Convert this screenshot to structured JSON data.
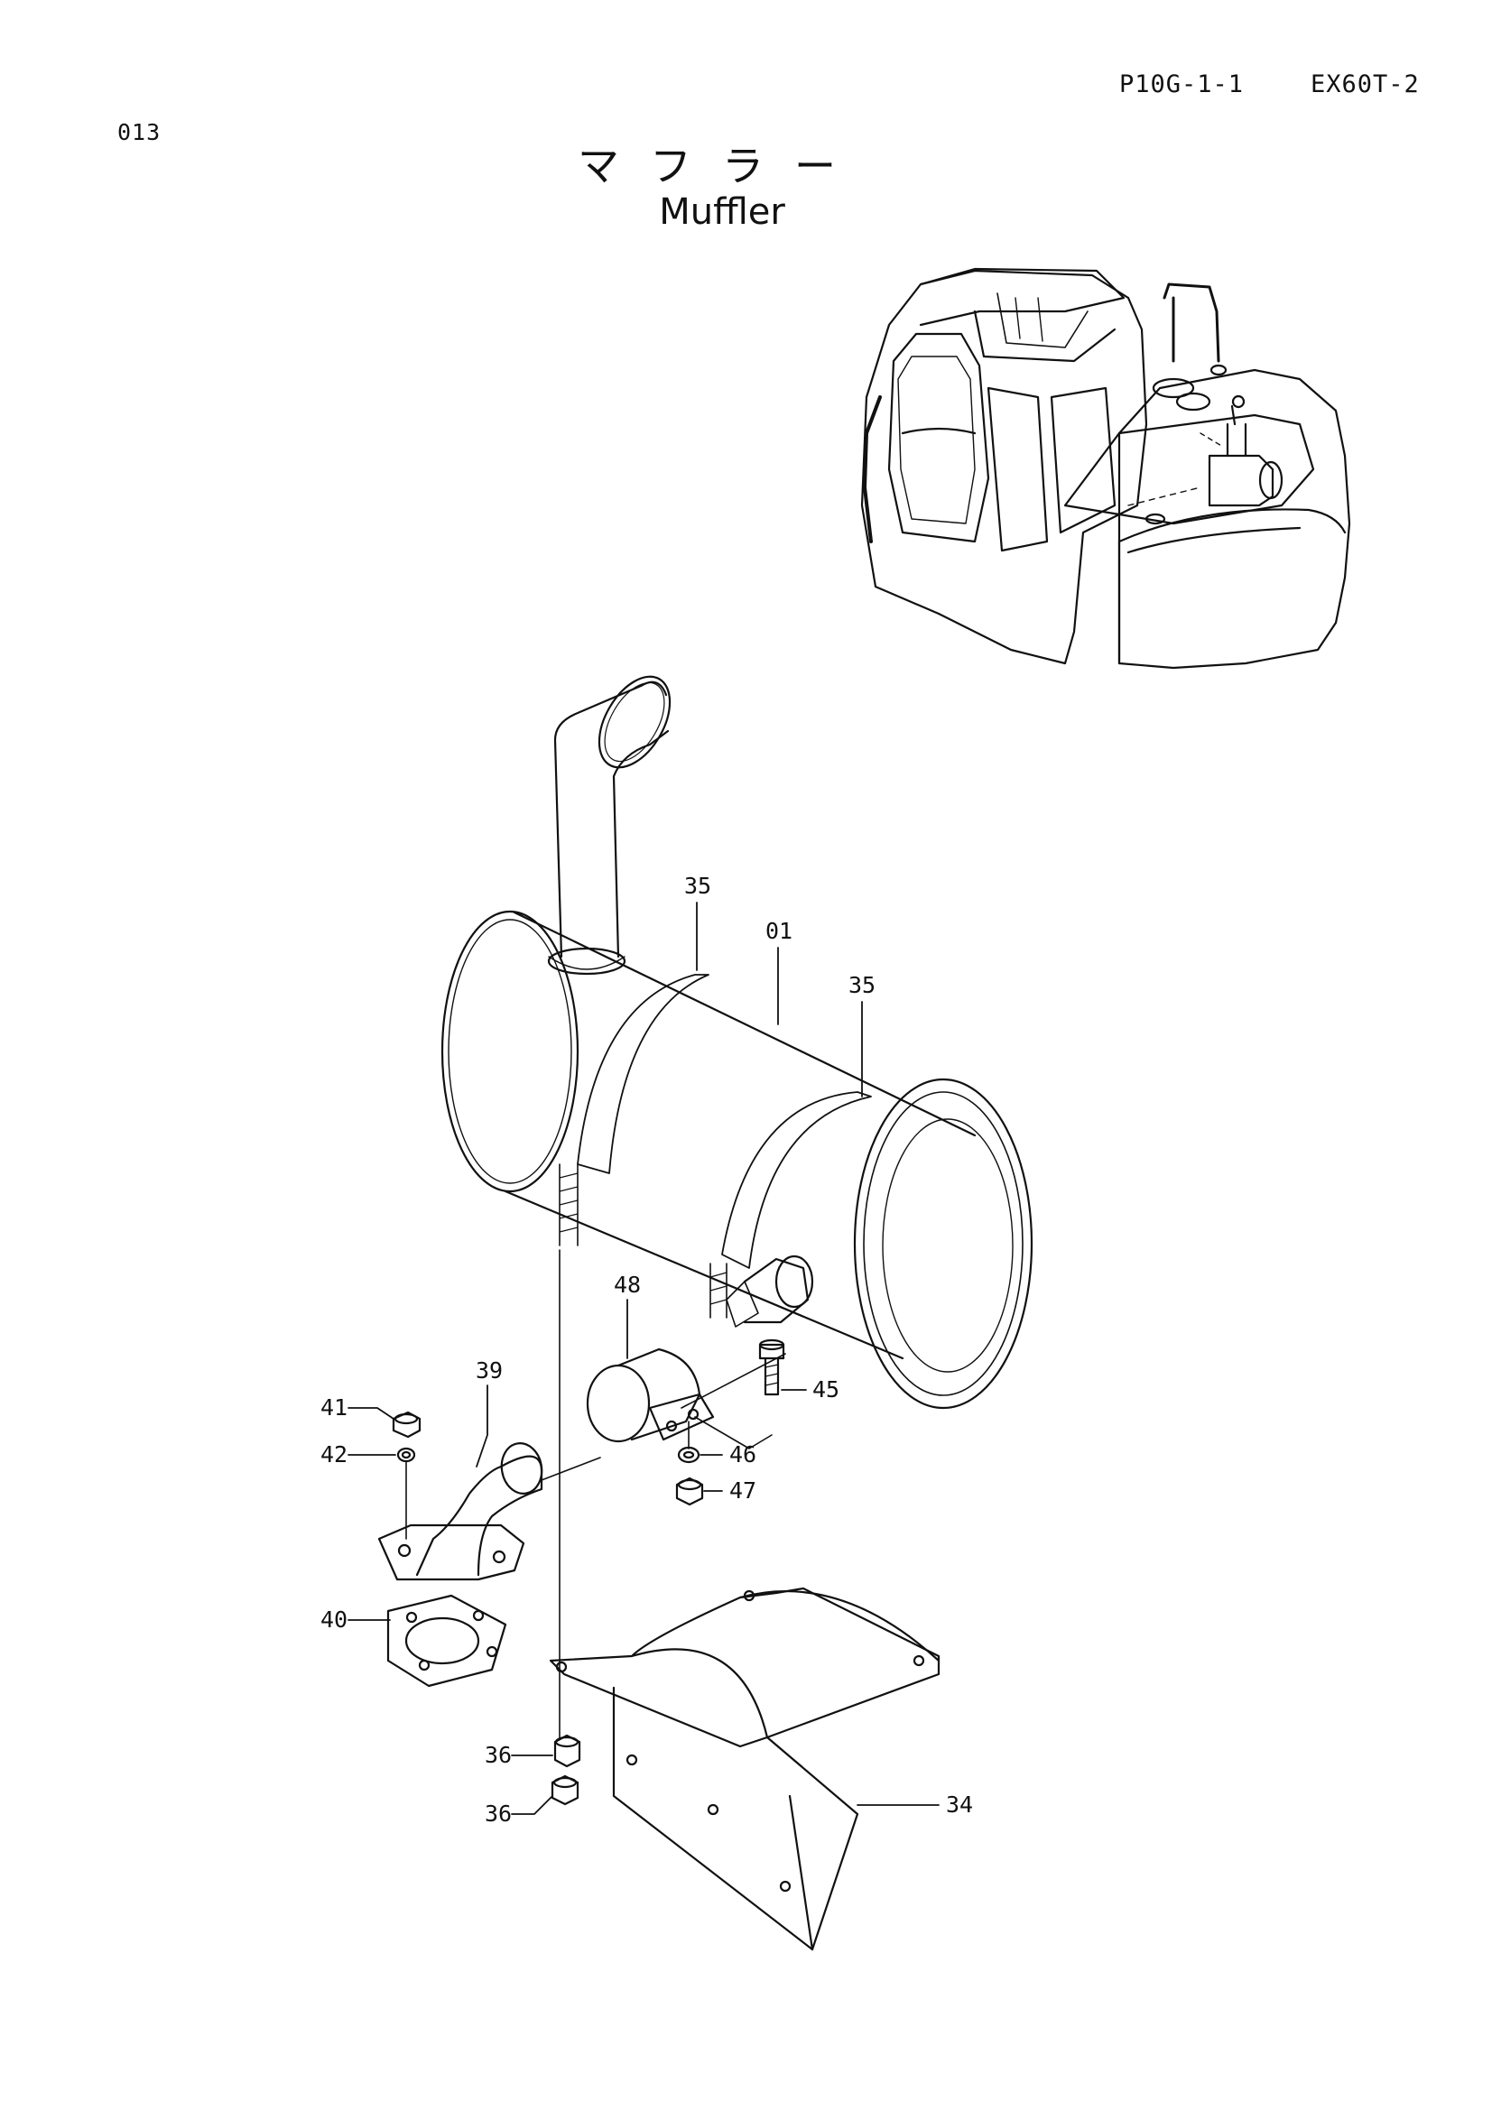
{
  "header": {
    "page_number": "013",
    "code_left": "P10G-1-1",
    "code_right": "EX60T-2"
  },
  "title": {
    "japanese": "マフラー",
    "english": "Muffler"
  },
  "callouts": {
    "c35a": "35",
    "c01": "01",
    "c35b": "35",
    "c48": "48",
    "c39": "39",
    "c41": "41",
    "c42": "42",
    "c45": "45",
    "c46": "46",
    "c47": "47",
    "c40": "40",
    "c36a": "36",
    "c36b": "36",
    "c34": "34"
  }
}
